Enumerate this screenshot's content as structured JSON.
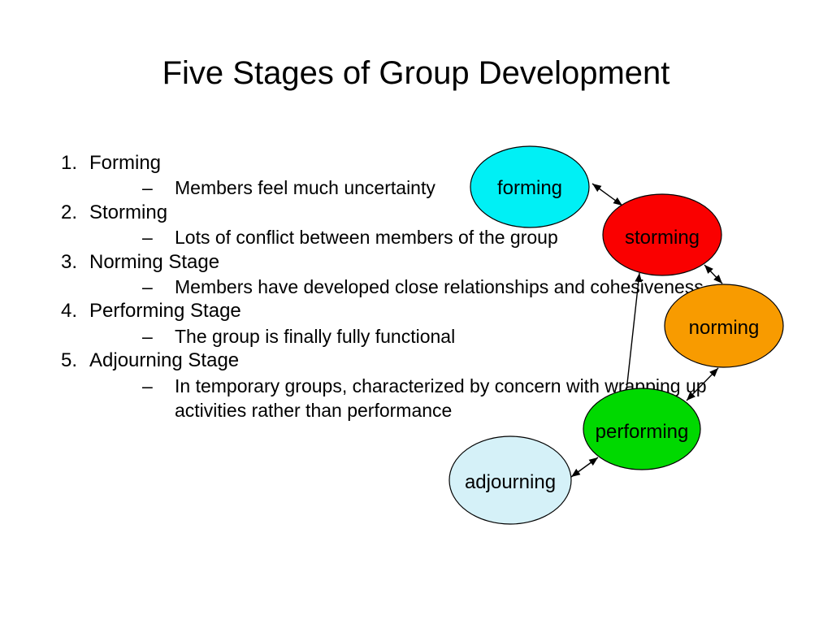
{
  "slide": {
    "title": "Five Stages of Group Development",
    "background_color": "#FFFFFF",
    "text_color": "#000000"
  },
  "list": {
    "sub_marker": "–",
    "items": [
      {
        "number": "1.",
        "label": "Forming",
        "sub": "Members feel much uncertainty"
      },
      {
        "number": "2.",
        "label": "Storming",
        "sub": "Lots of conflict between members of the group"
      },
      {
        "number": "3.",
        "label": "Norming Stage",
        "sub": "Members have developed close relationships and cohesiveness"
      },
      {
        "number": "4.",
        "label": "Performing Stage",
        "sub": "The group is finally fully functional"
      },
      {
        "number": "5.",
        "label": "Adjourning Stage",
        "sub": "In temporary groups, characterized by concern with wrapping up activities rather than performance"
      }
    ]
  },
  "diagram": {
    "outline_color": "#000000",
    "nodes": [
      {
        "id": "forming",
        "label": "forming",
        "color": "#00F0F5"
      },
      {
        "id": "storming",
        "label": "storming",
        "color": "#FA0000"
      },
      {
        "id": "norming",
        "label": "norming",
        "color": "#F89B00"
      },
      {
        "id": "performing",
        "label": "performing",
        "color": "#00D900"
      },
      {
        "id": "adjourning",
        "label": "adjourning",
        "color": "#D5F1F8"
      }
    ],
    "edges": [
      {
        "from": "forming",
        "to": "storming",
        "bidirectional": true
      },
      {
        "from": "storming",
        "to": "norming",
        "bidirectional": true
      },
      {
        "from": "norming",
        "to": "performing",
        "bidirectional": true
      },
      {
        "from": "performing",
        "to": "adjourning",
        "bidirectional": true
      },
      {
        "from": "performing",
        "to": "storming",
        "bidirectional": false
      }
    ]
  }
}
